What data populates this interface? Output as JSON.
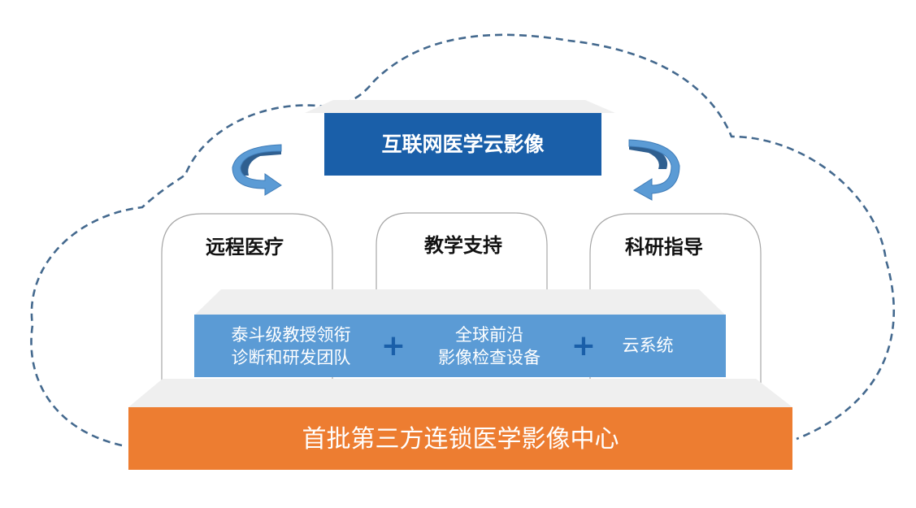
{
  "top_box": {
    "label": "互联网医学云影像"
  },
  "pillars": [
    {
      "label": "远程医疗"
    },
    {
      "label": "教学支持"
    },
    {
      "label": "科研指导"
    }
  ],
  "middle_band": {
    "items": [
      {
        "line1": "泰斗级教授领衔",
        "line2": "诊断和研发团队"
      },
      {
        "line1": "全球前沿",
        "line2": "影像检查设备"
      },
      {
        "line1": "云系统",
        "line2": ""
      }
    ],
    "separator": "+"
  },
  "bottom_box": {
    "label": "首批第三方连锁医学影像中心"
  },
  "colors": {
    "top_box": "#1a5fa9",
    "middle_band": "#5b9bd5",
    "bottom_box": "#ed7d31",
    "cloud_outline": "#44698e",
    "plus_sign": "#1a5fa9"
  },
  "icons": [
    "rotate-arrow-icon",
    "rotate-arrow-icon"
  ]
}
